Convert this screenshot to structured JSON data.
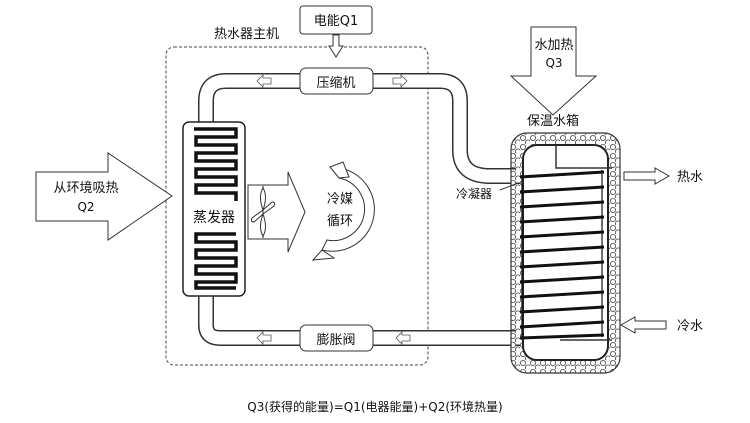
{
  "labels": {
    "main_unit": "热水器主机",
    "electric_energy": "电能Q1",
    "compressor": "压缩机",
    "water_heat_line1": "水加热",
    "water_heat_line2": "Q3",
    "insulated_tank": "保温水箱",
    "hot_water": "热水",
    "cold_water": "冷水",
    "condenser": "冷凝器",
    "evaporator": "蒸发器",
    "refrigerant_line1": "冷媒",
    "refrigerant_line2": "循环",
    "ambient_line1": "从环境吸热",
    "ambient_line2": "Q2",
    "expansion_valve": "膨胀阀",
    "formula": "Q3(获得的能量)=Q1(电器能量)+Q2(环境热量)"
  },
  "colors": {
    "stroke": "#333333",
    "pipe_fill": "#ffffff",
    "arrow_fill": "#ffffff",
    "background": "#ffffff"
  },
  "icons": [
    "fan-icon",
    "cycle-arrow-icon",
    "flow-arrow-icon"
  ]
}
